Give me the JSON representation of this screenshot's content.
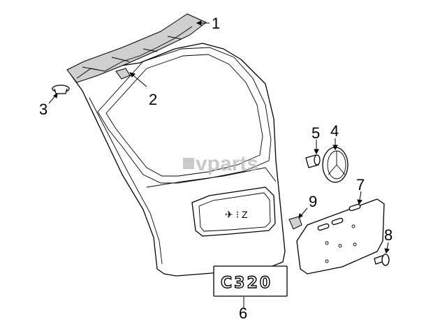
{
  "watermark": "vparts",
  "callouts": [
    {
      "id": "1",
      "label": "1"
    },
    {
      "id": "2",
      "label": "2"
    },
    {
      "id": "3",
      "label": "3"
    },
    {
      "id": "4",
      "label": "4"
    },
    {
      "id": "5",
      "label": "5"
    },
    {
      "id": "6",
      "label": "6"
    },
    {
      "id": "7",
      "label": "7"
    },
    {
      "id": "8",
      "label": "8"
    },
    {
      "id": "9",
      "label": "9"
    }
  ],
  "badge_text": "C320",
  "colors": {
    "line": "#000000",
    "background": "#ffffff",
    "watermark": "#b8b8b8"
  }
}
